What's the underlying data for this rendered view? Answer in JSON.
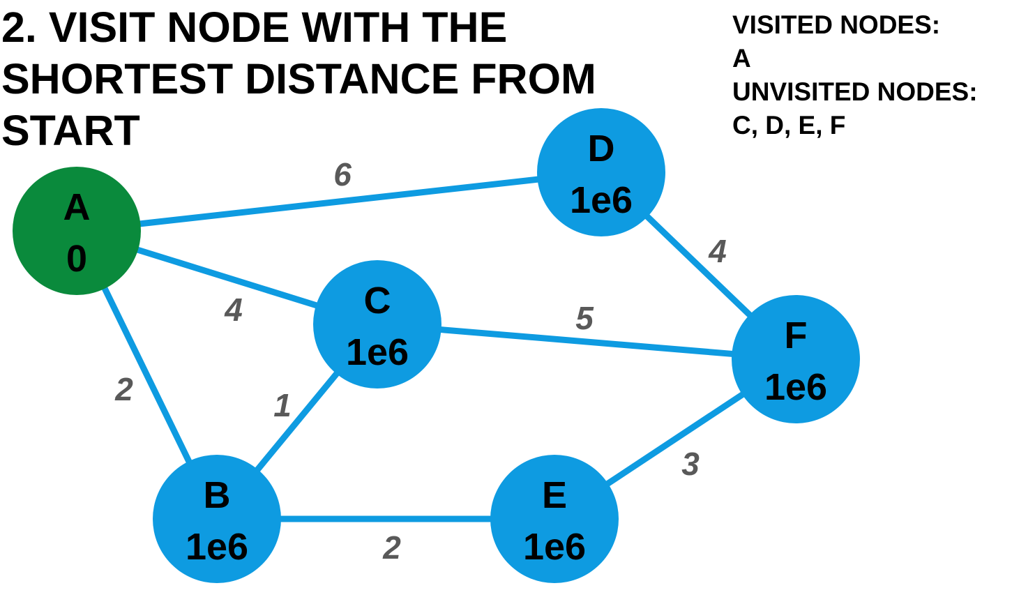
{
  "title_lines": [
    "2. VISIT NODE WITH THE",
    "SHORTEST DISTANCE FROM",
    "START"
  ],
  "status": {
    "visited_label": "VISITED NODES:",
    "visited": "A",
    "unvisited_label": "UNVISITED NODES:",
    "unvisited": "C, D, E, F"
  },
  "colors": {
    "visited_node": "#0a8a3c",
    "unvisited_node": "#0e9be1",
    "edge": "#0e9be1",
    "weight_text": "#595959"
  },
  "nodes": [
    {
      "id": "A",
      "name": "A",
      "dist": "0",
      "state": "visited"
    },
    {
      "id": "B",
      "name": "B",
      "dist": "1e6",
      "state": "unvisited"
    },
    {
      "id": "C",
      "name": "C",
      "dist": "1e6",
      "state": "unvisited"
    },
    {
      "id": "D",
      "name": "D",
      "dist": "1e6",
      "state": "unvisited"
    },
    {
      "id": "E",
      "name": "E",
      "dist": "1e6",
      "state": "unvisited"
    },
    {
      "id": "F",
      "name": "F",
      "dist": "1e6",
      "state": "unvisited"
    }
  ],
  "edges": [
    {
      "from": "A",
      "to": "D",
      "weight": "6"
    },
    {
      "from": "A",
      "to": "C",
      "weight": "4"
    },
    {
      "from": "A",
      "to": "B",
      "weight": "2"
    },
    {
      "from": "B",
      "to": "C",
      "weight": "1"
    },
    {
      "from": "B",
      "to": "E",
      "weight": "2"
    },
    {
      "from": "C",
      "to": "F",
      "weight": "5"
    },
    {
      "from": "D",
      "to": "F",
      "weight": "4"
    },
    {
      "from": "E",
      "to": "F",
      "weight": "3"
    }
  ]
}
